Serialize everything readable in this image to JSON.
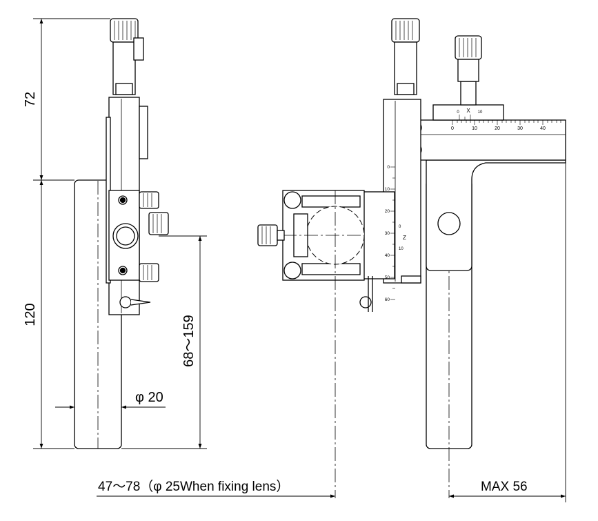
{
  "dimensions": {
    "height_top": "72",
    "height_rod": "120",
    "adjust_range": "68～159",
    "rod_diameter": "φ 20",
    "lens_range": "47～78（φ 25When fixing lens）",
    "max_reach": "MAX 56"
  },
  "scales": {
    "x_axis_label": "X",
    "x_ticks": [
      "0",
      "10",
      "20",
      "30",
      "40"
    ],
    "x_small_ticks": [
      "0",
      "10"
    ],
    "z_axis_label": "Z",
    "z_ticks": [
      "0",
      "10",
      "20",
      "30",
      "40",
      "50",
      "60"
    ],
    "z_small_ticks": [
      "0",
      "10"
    ]
  }
}
